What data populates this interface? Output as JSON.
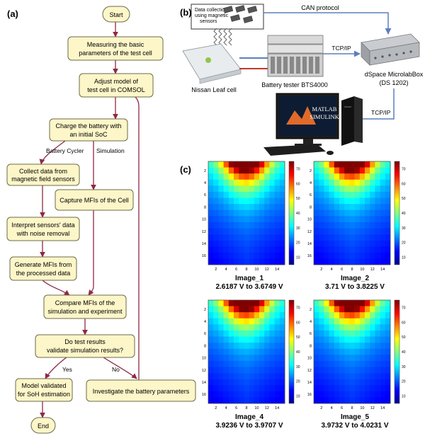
{
  "panel_labels": {
    "a": "(a)",
    "b": "(b)",
    "c": "(c)"
  },
  "flowchart": {
    "start": "Start",
    "step1": [
      "Measuring the basic",
      "parameters of the test cell"
    ],
    "step2": [
      "Adjust model of",
      "test cell in COMSOL"
    ],
    "step3": [
      "Charge the battery with",
      "an initial SoC"
    ],
    "branch_left": "Battery Cycler",
    "branch_right": "Simulation",
    "collect": [
      "Collect data from",
      "magnetic field sensors"
    ],
    "capture": "Capture MFIs of the Cell",
    "interpret": [
      "Interpret sensors' data",
      "with noise removal"
    ],
    "generate": [
      "Generate MFIs from",
      "the processed data"
    ],
    "compare": [
      "Compare MFIs of the",
      "simulation and experiment"
    ],
    "decision": [
      "Do test results",
      "validate simulation results?"
    ],
    "yes": "Yes",
    "no": "No",
    "validated": [
      "Model validated",
      "for SoH estimation"
    ],
    "investigate": "Investigate the battery parameters",
    "end": "End"
  },
  "setup": {
    "data_collection": [
      "Data collection",
      "using magnetic",
      "sensors"
    ],
    "can_protocol": "CAN protocol",
    "tcpip_top": "TCP/IP",
    "tcpip_right": "TCP/IP",
    "leaf_cell": "Nissan Leaf cell",
    "battery_tester": "Battery tester BTS4000",
    "dspace": [
      "dSpace MicrolabBox",
      "(DS 1202)"
    ],
    "matlab": "MATLAB",
    "simulink": "SIMULINK"
  },
  "heatmaps": {
    "y_ticks": [
      "2",
      "4",
      "6",
      "8",
      "10",
      "12",
      "14",
      "16"
    ],
    "x_ticks": [
      "2",
      "4",
      "6",
      "8",
      "10",
      "12",
      "14"
    ],
    "colorbar_ticks": [
      "70",
      "60",
      "50",
      "40",
      "30",
      "20",
      "10"
    ],
    "images": [
      {
        "title": "Image_1",
        "range": "2.6187 V to 3.6749 V"
      },
      {
        "title": "Image_2",
        "range": "3.71 V to 3.8225 V"
      },
      {
        "title": "Image_4",
        "range": "3.9236 V to 3.9707 V"
      },
      {
        "title": "Image_5",
        "range": "3.9732 V to 4.0231 V"
      }
    ]
  },
  "colors": {
    "box_fill": "#fdf6c8",
    "box_stroke": "#6b6b4a",
    "arrow": "#8e2a43",
    "wire_blue": "#5b7fbf",
    "wire_red": "#c0392b"
  }
}
